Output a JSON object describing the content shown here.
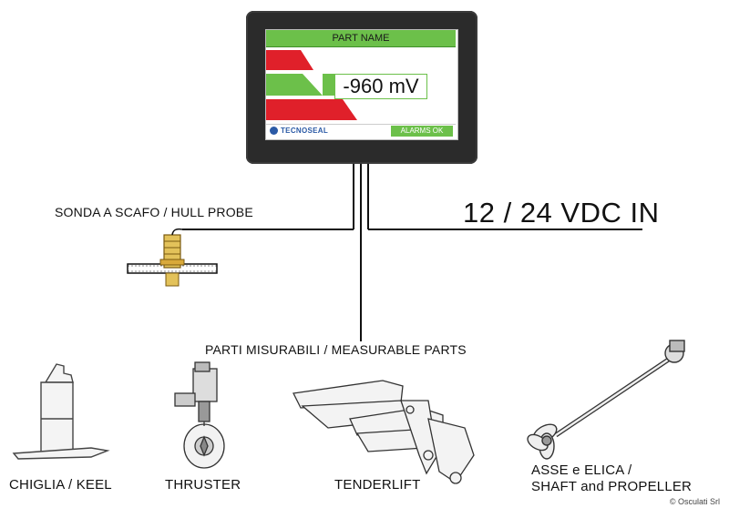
{
  "display": {
    "part_name": "PART NAME",
    "reading": "-960 mV",
    "brand": "TECNOSEAL",
    "alarm_status": "ALARMS OK",
    "colors": {
      "frame": "#2b2b2b",
      "green": "#6cc04a",
      "red": "#e0202a",
      "brand": "#2b5aa6"
    }
  },
  "labels": {
    "hull_probe": "SONDA A SCAFO /  HULL PROBE",
    "power_in": "12 / 24 VDC IN",
    "measurable_parts": "PARTI MISURABILI  /  MEASURABLE PARTS",
    "keel": "CHIGLIA / KEEL",
    "thruster": "THRUSTER",
    "tenderlift": "TENDERLIFT",
    "shaft_line1": "ASSE e ELICA /",
    "shaft_line2": "SHAFT and PROPELLER"
  },
  "copyright": "© Osculati Srl",
  "icons": [
    "keel-icon",
    "thruster-icon",
    "tenderlift-icon",
    "shaft-propeller-icon",
    "hull-probe-icon",
    "tecnoseal-logo-icon"
  ]
}
